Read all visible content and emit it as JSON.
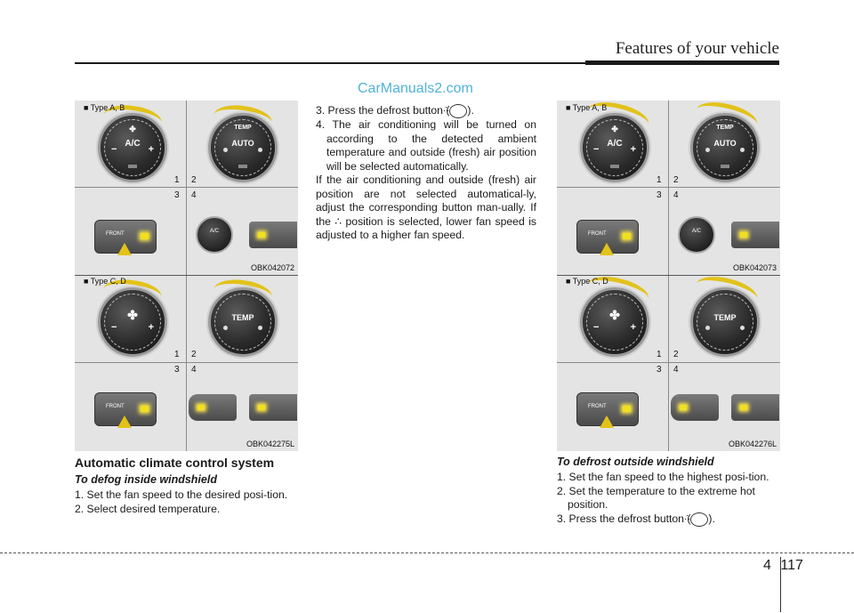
{
  "header": {
    "title": "Features of your vehicle"
  },
  "watermark": "CarManuals2.com",
  "left_figure": {
    "top": {
      "type_label": "■ Type A, B",
      "code": "OBK042072"
    },
    "bottom": {
      "type_label": "■ Type C, D",
      "code": "OBK042275L"
    }
  },
  "right_figure": {
    "top": {
      "type_label": "■ Type A, B",
      "code": "OBK042073"
    },
    "bottom": {
      "type_label": "■ Type C, D",
      "code": "OBK042276L"
    }
  },
  "figure_labels": {
    "n1": "1",
    "n2": "2",
    "n3": "3",
    "n4": "4",
    "ac": "A/C",
    "auto": "AUTO",
    "temp": "TEMP",
    "front": "FRONT",
    "minus": "−",
    "plus": "+"
  },
  "left_text": {
    "heading": "Automatic climate control system",
    "subheading": "To defog inside windshield",
    "steps": [
      "1. Set the fan speed to the desired posi-tion.",
      "2. Select desired temperature."
    ]
  },
  "middle_text": {
    "step3_before": "3. Press the defrost button (",
    "step3_after": ").",
    "step4": "4. The air conditioning will be turned on according to the detected ambient temperature and outside (fresh) air position will be selected automatically.",
    "para_before": "If the air conditioning and outside (fresh) air position are not selected automatical-ly, adjust the corresponding button man-ually. If the",
    "para_after": "position is selected, lower fan speed is adjusted to a higher fan speed."
  },
  "right_text": {
    "subheading": "To defrost outside windshield",
    "step1": "1. Set the fan speed to the highest posi-tion.",
    "step2": "2. Set the temperature to the extreme hot position.",
    "step3_before": "3. Press the defrost button (",
    "step3_after": ")."
  },
  "footer": {
    "chapter": "4",
    "page": "117"
  }
}
